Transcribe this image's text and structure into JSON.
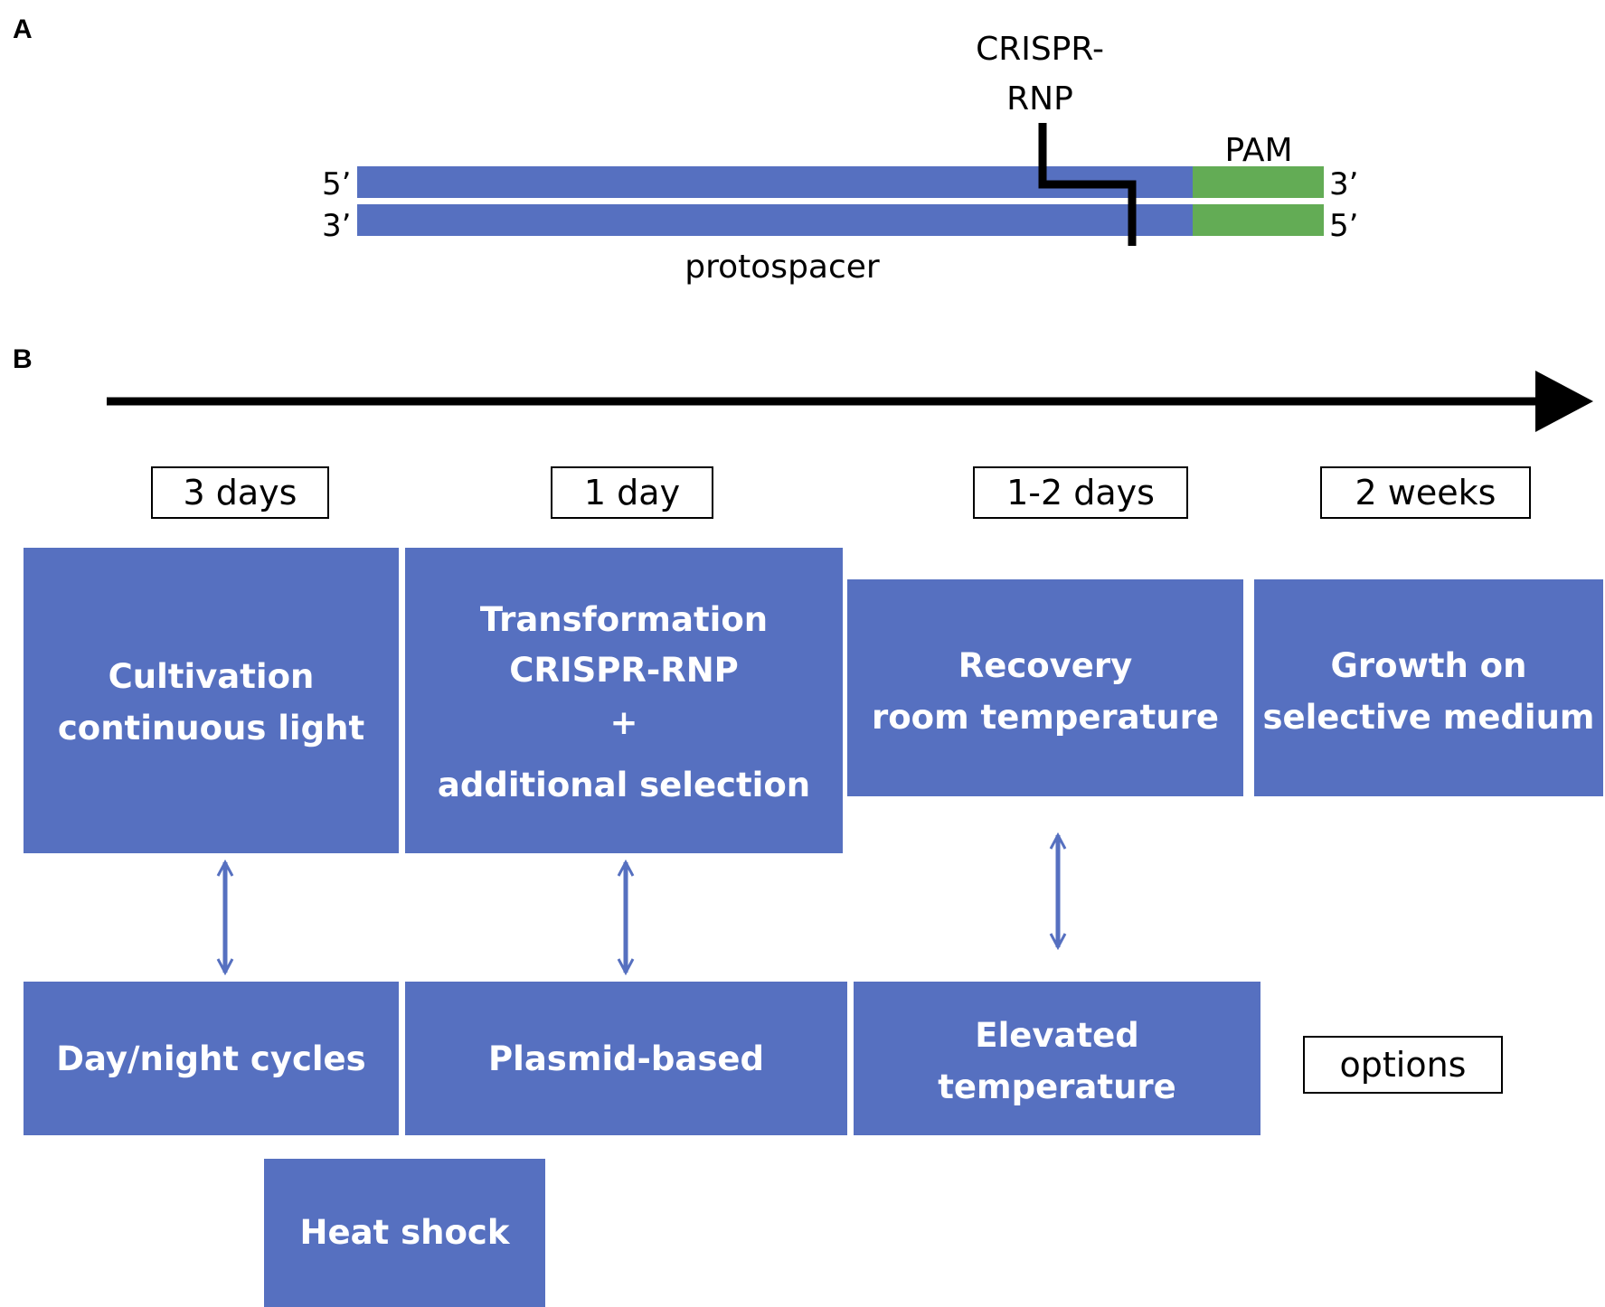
{
  "panel_a": {
    "letter": "A",
    "strand_top_5": "5’",
    "strand_top_3": "3’",
    "strand_bottom_3": "3’",
    "strand_bottom_5": "5’",
    "crispr_rnp_line1": "CRISPR-",
    "crispr_rnp_line2": "RNP",
    "pam_label": "PAM",
    "protospacer_label": "protospacer",
    "colors": {
      "protospacer": "#5670c0",
      "pam": "#63ac55",
      "cut_line": "#000000"
    }
  },
  "panel_b": {
    "letter": "B",
    "timeline_arrow": "time-arrow",
    "durations": [
      "3 days",
      "1 day",
      "1-2 days",
      "2 weeks"
    ],
    "main_steps": [
      {
        "lines": [
          "Cultivation",
          "continuous light"
        ]
      },
      {
        "lines": [
          "Transformation",
          "CRISPR-RNP",
          "+",
          "additional selection"
        ]
      },
      {
        "lines": [
          "Recovery",
          "room temperature"
        ]
      },
      {
        "lines": [
          "Growth on",
          "selective medium"
        ]
      }
    ],
    "alternatives": [
      {
        "lines": [
          "Day/night cycles"
        ]
      },
      {
        "lines": [
          "Plasmid-based"
        ]
      },
      {
        "lines": [
          "Elevated",
          "temperature"
        ]
      }
    ],
    "extra_alternative": {
      "lines": [
        "Heat shock"
      ]
    },
    "options_label": "options",
    "colors": {
      "step_box": "#5670c0",
      "step_text": "#ffffff",
      "double_arrow": "#5670c0"
    }
  }
}
